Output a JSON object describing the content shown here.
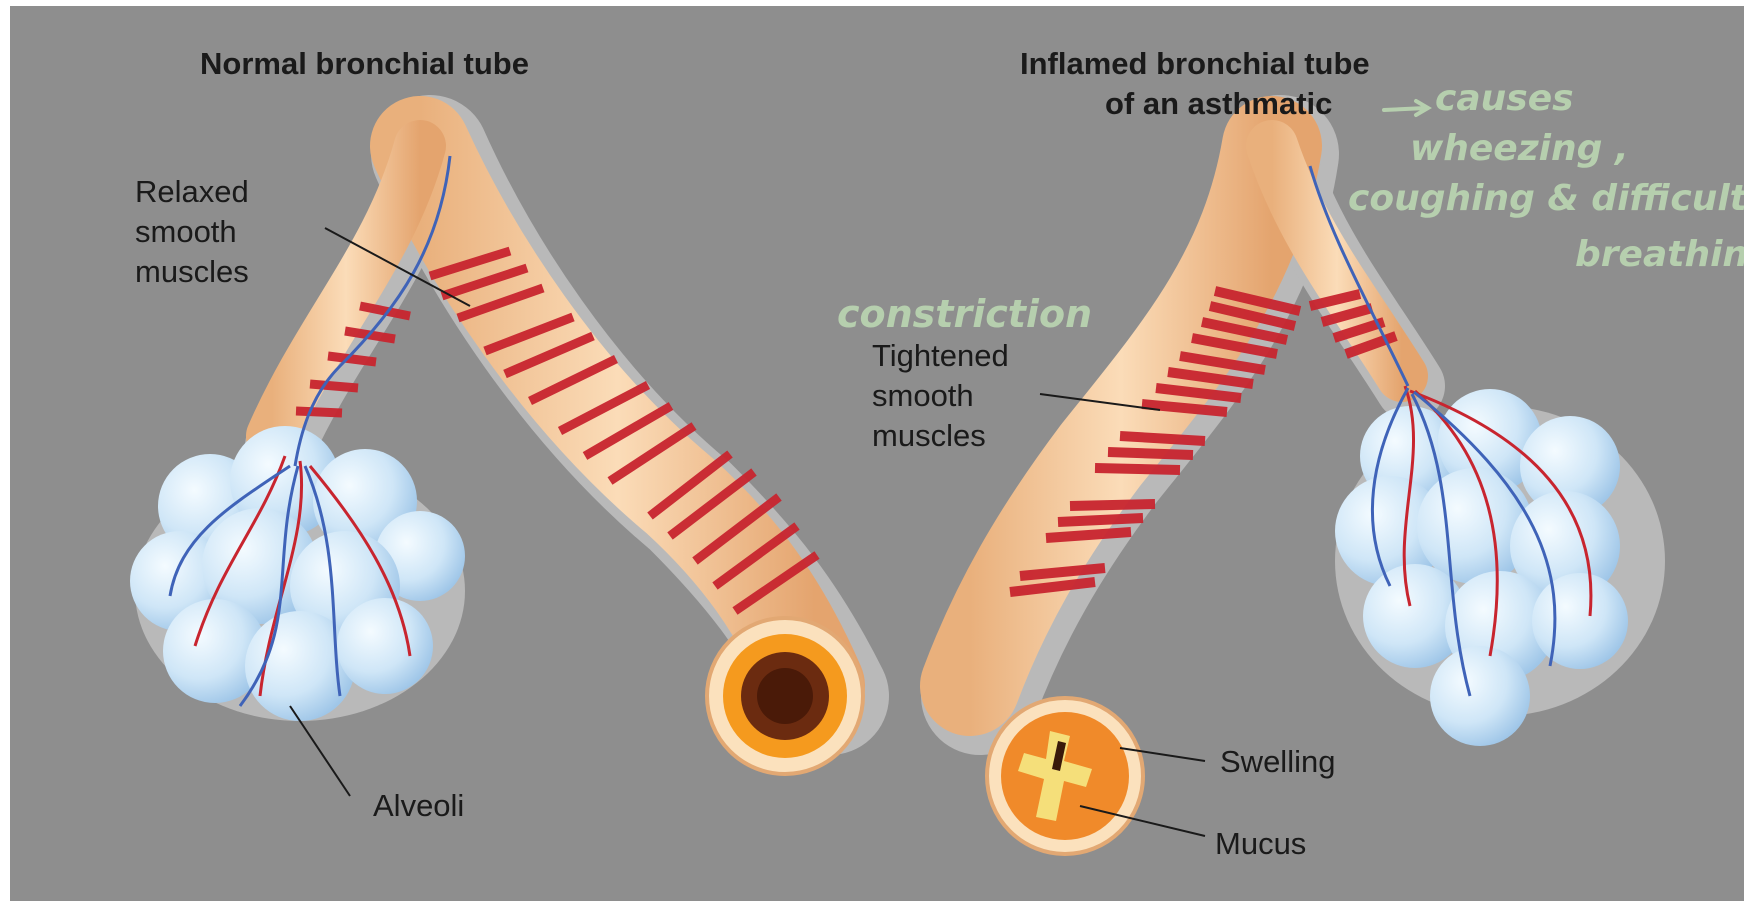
{
  "titles": {
    "normal": "Normal bronchial tube",
    "inflamed_line1": "Inflamed bronchial tube",
    "inflamed_line2": "of an asthmatic"
  },
  "labels": {
    "relaxed": [
      "Relaxed",
      "smooth",
      "muscles"
    ],
    "tightened": [
      "Tightened",
      "smooth",
      "muscles"
    ],
    "alveoli": "Alveoli",
    "swelling": "Swelling",
    "mucus": "Mucus"
  },
  "annotations": {
    "constriction": "constriction",
    "causes": [
      "causes",
      "wheezing ,",
      "coughing & difficulty",
      "breathing"
    ]
  },
  "colors": {
    "background": "#8e8e8e",
    "tube": "#f3c79a",
    "muscle": "#c8252f",
    "vein": "#3f63b8",
    "alveoli": "#cfe6f7",
    "swelling": "#f08a2a",
    "mucus": "#f5df7a",
    "handwriting": "#b6cfae"
  }
}
